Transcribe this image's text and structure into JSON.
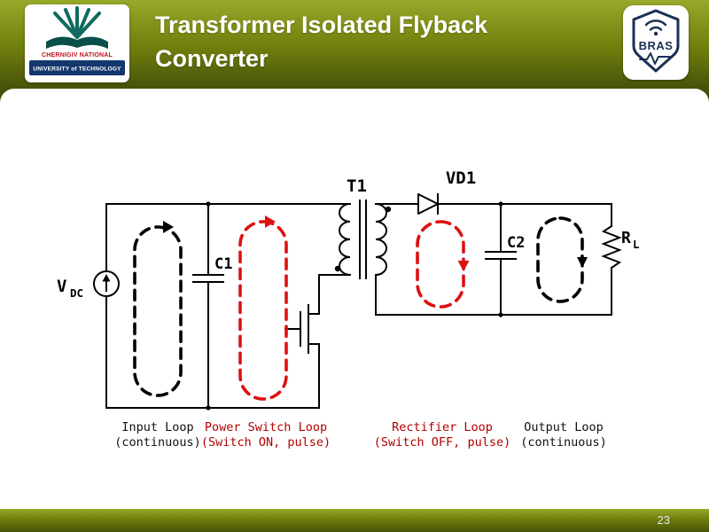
{
  "header": {
    "title_line1": "Transformer Isolated Flyback",
    "title_line2": "Converter",
    "university_logo": {
      "line1": "CHERNIGIV NATIONAL",
      "line2": "UNIVERSITY of TECHNOLOGY"
    },
    "bras_logo": {
      "label": "BRAS"
    }
  },
  "footer": {
    "page_number": "23"
  },
  "circuit": {
    "labels": {
      "source": "V",
      "source_sub": "DC",
      "c1": "C1",
      "transformer": "T1",
      "diode": "VD1",
      "c2": "C2",
      "load": "R",
      "load_sub": "L"
    },
    "loops": {
      "input": {
        "line1": "Input Loop",
        "line2": "(continuous)"
      },
      "power_switch": {
        "line1": "Power Switch Loop",
        "line2": "(Switch ON, pulse)"
      },
      "rectifier": {
        "line1": "Rectifier Loop",
        "line2": "(Switch OFF, pulse)"
      },
      "output": {
        "line1": "Output Loop",
        "line2": "(continuous)"
      }
    }
  },
  "theme": {
    "olive_light": "#98a82a",
    "olive_mid": "#6f7d0c",
    "olive_dark": "#46520a",
    "wire_black": "#000000",
    "loop_red": "#dd1111",
    "label_red": "#b00000",
    "logo_navy": "#1b2f55",
    "logo_teal": "#0e6b5e",
    "logo_red": "#c41220",
    "logo_blue_bar": "#14386e",
    "page_number_color": "#e8e8e8"
  }
}
